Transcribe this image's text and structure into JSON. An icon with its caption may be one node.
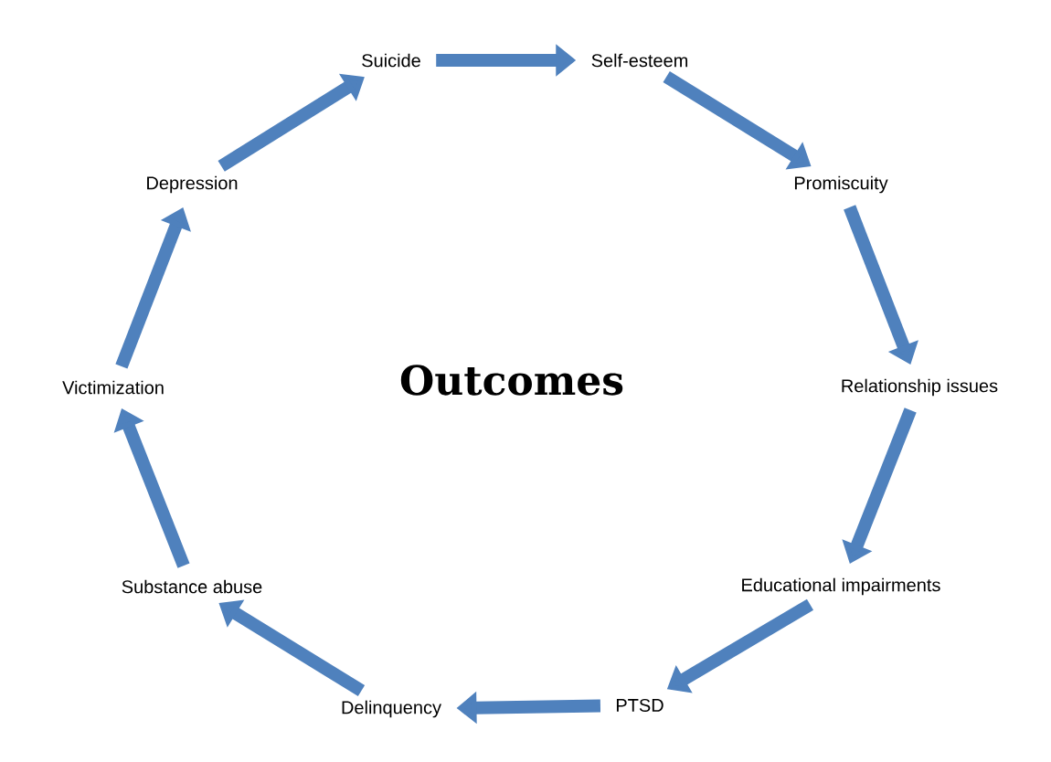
{
  "diagram": {
    "title": "Outcomes",
    "nodes": [
      {
        "text": [
          "Suicide"
        ]
      },
      {
        "text": [
          "Self-esteem"
        ]
      },
      {
        "text": [
          "Promiscuity"
        ]
      },
      {
        "text": [
          "Relationship issues"
        ]
      },
      {
        "text": [
          "Educational impairments"
        ]
      },
      {
        "text": [
          "PTSD"
        ]
      },
      {
        "text": [
          "Delinquency"
        ]
      },
      {
        "text": [
          "Substance abuse"
        ]
      },
      {
        "text": [
          "Victimization"
        ]
      },
      {
        "text": [
          "Depression"
        ]
      }
    ],
    "edges": [
      {
        "from": 0,
        "to": 1,
        "arrow": "to"
      },
      {
        "from": 1,
        "to": 2,
        "arrow": "to"
      },
      {
        "from": 2,
        "to": 3,
        "arrow": "to"
      },
      {
        "from": 3,
        "to": 4,
        "arrow": "to"
      },
      {
        "from": 4,
        "to": 5,
        "arrow": "to"
      },
      {
        "from": 5,
        "to": 6,
        "arrow": "to"
      },
      {
        "from": 6,
        "to": 7,
        "arrow": "to"
      },
      {
        "from": 7,
        "to": 8,
        "arrow": "to"
      },
      {
        "from": 8,
        "to": 9,
        "arrow": "to"
      },
      {
        "from": 9,
        "to": 0,
        "arrow": "to"
      }
    ]
  }
}
